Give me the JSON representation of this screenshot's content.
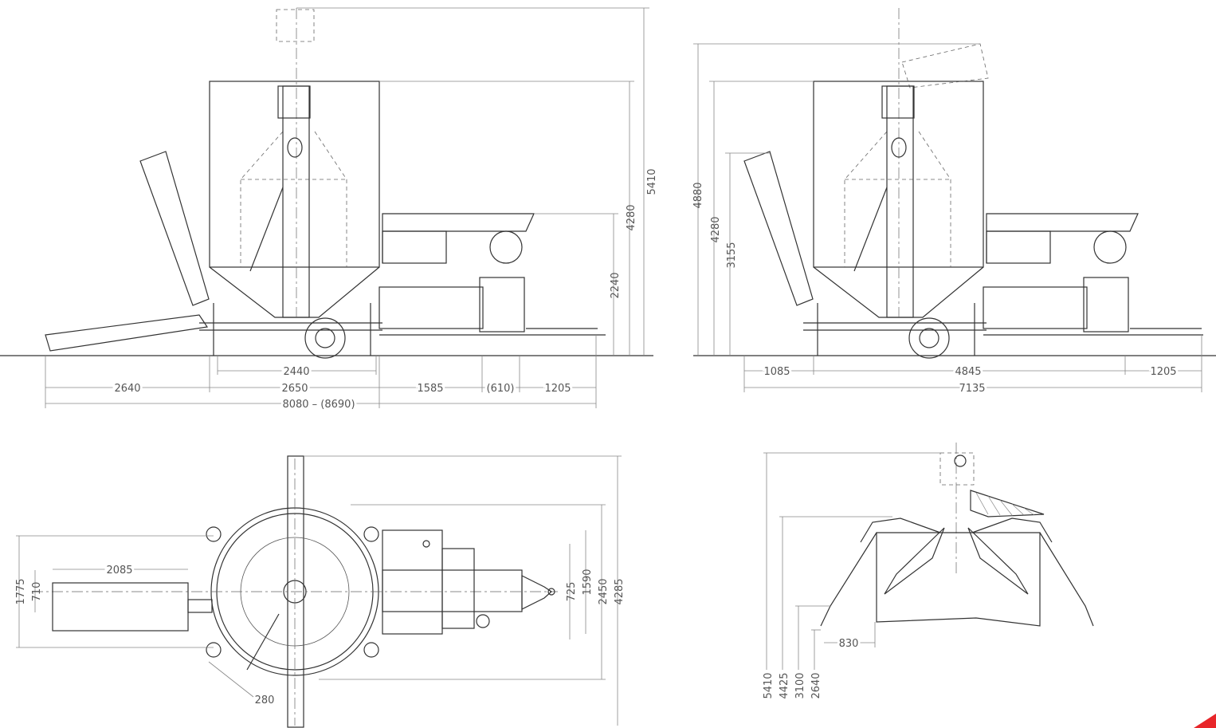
{
  "colors": {
    "line": "#333333",
    "dimension": "#888888",
    "accent": "#e8262a"
  },
  "views": {
    "side_left": {
      "heights": {
        "total": "5410",
        "body": "4280",
        "hopper": "2240"
      },
      "lengths": {
        "drum": "2440",
        "body": "2650",
        "conveyor": "2640",
        "frame": "1585",
        "gap": "(610)",
        "drawbar": "1205",
        "overall": "8080 – (8690)"
      }
    },
    "side_right": {
      "heights": {
        "total": "4880",
        "body": "4280",
        "lower": "3155"
      },
      "lengths": {
        "front": "1085",
        "middle": "4845",
        "drawbar": "1205",
        "overall": "7135"
      }
    },
    "top": {
      "widths": {
        "w1775": "1775",
        "w710": "710",
        "w725": "725",
        "w1590": "1590",
        "w2450": "2450",
        "w4285": "4285"
      },
      "lengths": {
        "conveyor": "2085",
        "offset": "280"
      }
    },
    "front": {
      "heights": {
        "h5410": "5410",
        "h4425": "4425",
        "h3100": "3100",
        "h2640": "2640"
      },
      "lengths": {
        "outrigger": "830"
      }
    }
  }
}
